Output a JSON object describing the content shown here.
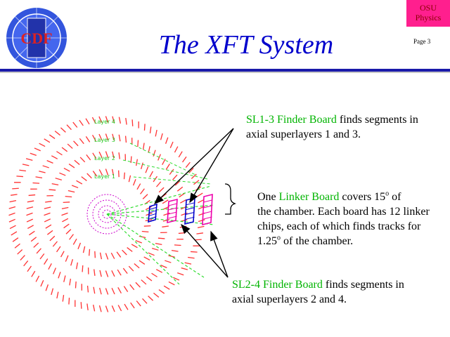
{
  "header": {
    "title": "The XFT System",
    "badge_line1": "OSU",
    "badge_line2": "Physics",
    "page_label": "Page 3",
    "logo_text": "CDF II"
  },
  "diagram": {
    "layer_labels": [
      "Layer 4",
      "Layer 3",
      "Layer 2",
      "Layer 1"
    ],
    "ring_color": "#ff3333",
    "inner_color": "#cc00cc",
    "line_color": "#33dd33",
    "board_colors": [
      "#0000cc",
      "#ee00aa",
      "#0000cc",
      "#ee00aa"
    ]
  },
  "annotations": {
    "sl13": {
      "name": "SL1-3 Finder Board",
      "rest1": " finds segments in",
      "line2": "axial superlayers 1 and 3."
    },
    "linker": {
      "pre": "One ",
      "name": "Linker Board",
      "post": " covers 15",
      "deg": "o",
      "post2": " of",
      "line2": "the chamber.  Each board has 12 linker",
      "line3": "chips, each of which finds tracks for",
      "line4_pre": "1.25",
      "line4_deg": "o",
      "line4_post": " of the chamber."
    },
    "sl24": {
      "name": "SL2-4 Finder Board",
      "rest1": " finds segments in",
      "line2": "axial superlayers 2 and 4."
    }
  }
}
